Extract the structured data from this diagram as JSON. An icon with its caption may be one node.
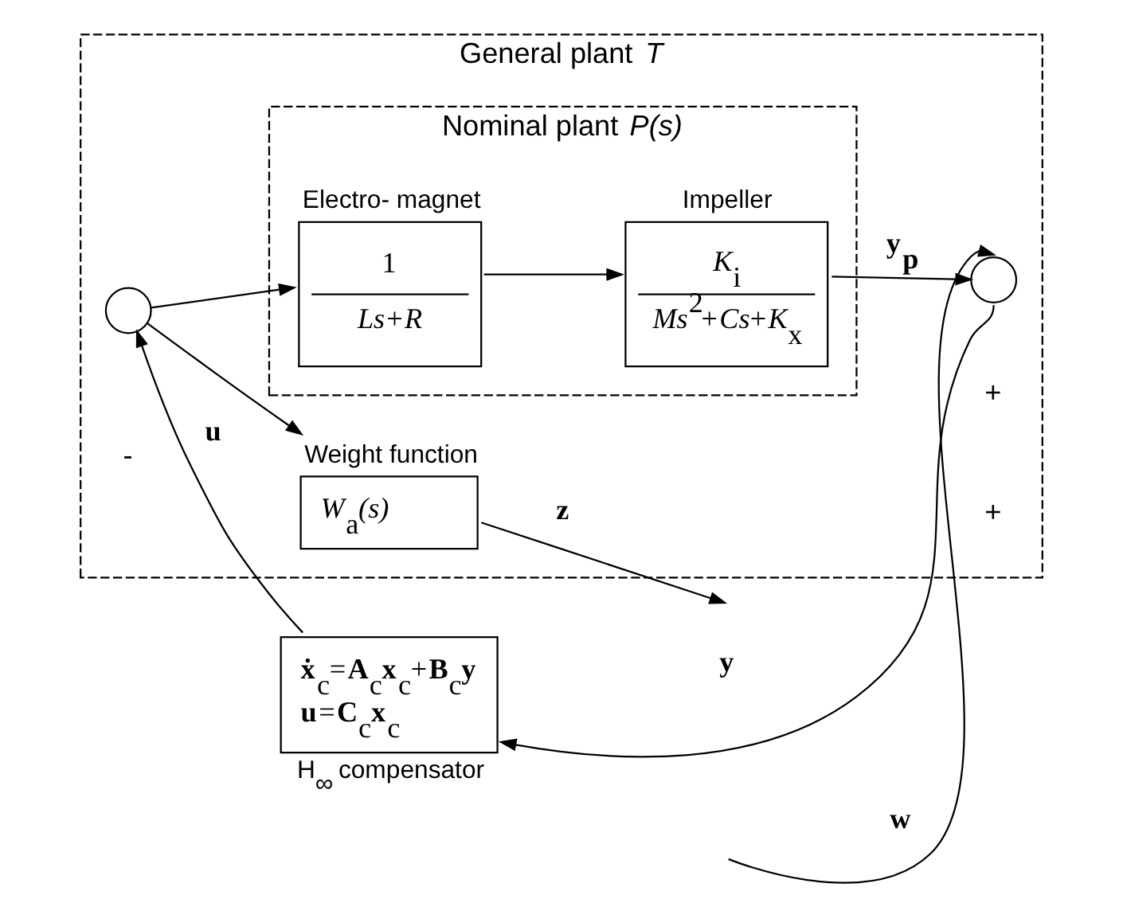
{
  "diagram": {
    "nodes": [
      {
        "text": [
          "General plant *T*"
        ]
      },
      {
        "text": [
          "Weight function",
          "*W*$_{a}$*(s)*"
        ],
        "in": 0
      },
      {
        "text": [
          "Nominal plant *P(s)*"
        ],
        "in": 0
      },
      {
        "text": [
          "Electro- magnet",
          "1",
          "*Ls*+*R*"
        ],
        "in": 2
      },
      {
        "text": [
          "Impeller",
          "*K*$_{i}$",
          "*Ms*$^{2}$+*Cs*+*K*$_{x}$"
        ],
        "in": 2
      },
      {
        "text": [],
        "shape": "circle",
        "in": 0
      },
      {
        "text": [],
        "shape": "circle",
        "in": 0
      },
      {
        "text": [
          "**ẋ**$_{c}$=**A**$_{c}$**x**$_{c}$+**B**$_{c}$**y**",
          "**u**=**C**$_{c}$**x**$_{c}$"
        ],
        "beside": [
          "H$_{∞}$ compensator"
        ]
      }
    ],
    "edges": [
      {
        "from": 7,
        "to": 5,
        "arrow": "to",
        "label": "u"
      },
      {
        "from": 5,
        "to": 1,
        "arrow": "to"
      },
      {
        "from": 5,
        "to": 3,
        "arrow": "to"
      },
      {
        "from": 1,
        "to": null,
        "arrow": "to",
        "label": "z"
      },
      {
        "from": null,
        "to": 6,
        "arrow": "to",
        "label": "w"
      },
      {
        "from": 3,
        "to": 4,
        "arrow": "to"
      },
      {
        "from": 4,
        "to": 6,
        "arrow": "to",
        "label": "y$_{p}$"
      },
      {
        "from": 6,
        "to": 7,
        "arrow": "to",
        "label": "y"
      }
    ],
    "labels": [
      "+",
      "-",
      "+"
    ]
  }
}
